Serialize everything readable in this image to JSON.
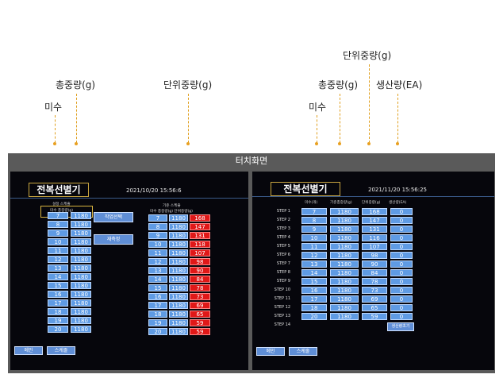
{
  "annotations": {
    "left_total": "총중량(g)",
    "left_unit": "단위중량(g)",
    "left_count": "미수",
    "right_unit": "단위중량(g)",
    "right_total": "총중량(g)",
    "right_prod": "생산량(EA)",
    "right_count": "미수"
  },
  "frame_title": "터치화면",
  "left_screen": {
    "title": "전복선별기",
    "datetime": "2021/10/20 15:56:6",
    "group1_label": "설정 스케줄",
    "group1_cols": "미수  총중량(g)",
    "group2_label": "기준 스케줄",
    "group2_cols": "미수  총중량(g) 단위중량(g)",
    "btn_select": "작업선택",
    "btn_reweigh": "재측정",
    "btn_main": "메인",
    "btn_settings": "스케줄",
    "set_rows": [
      [
        "7",
        "1180"
      ],
      [
        "8",
        "1180"
      ],
      [
        "9",
        "1180"
      ],
      [
        "10",
        "1180"
      ],
      [
        "11",
        "1180"
      ],
      [
        "12",
        "1180"
      ],
      [
        "13",
        "1180"
      ],
      [
        "14",
        "1180"
      ],
      [
        "15",
        "1180"
      ],
      [
        "16",
        "1180"
      ],
      [
        "17",
        "1180"
      ],
      [
        "18",
        "1180"
      ],
      [
        "19",
        "1180"
      ],
      [
        "20",
        "1180"
      ]
    ],
    "ref_rows": [
      [
        "7",
        "1180",
        "168"
      ],
      [
        "8",
        "1180",
        "147"
      ],
      [
        "9",
        "1180",
        "131"
      ],
      [
        "10",
        "1180",
        "118"
      ],
      [
        "11",
        "1180",
        "107"
      ],
      [
        "12",
        "1180",
        "98"
      ],
      [
        "13",
        "1180",
        "90"
      ],
      [
        "14",
        "1180",
        "84"
      ],
      [
        "15",
        "1180",
        "78"
      ],
      [
        "16",
        "1180",
        "73"
      ],
      [
        "17",
        "1180",
        "69"
      ],
      [
        "18",
        "1180",
        "65"
      ],
      [
        "19",
        "1180",
        "59"
      ],
      [
        "20",
        "1180",
        "59"
      ]
    ]
  },
  "right_screen": {
    "title": "전복선별기",
    "datetime": "2021/11/20 15:56:25",
    "cols": {
      "count": "미수(개)",
      "total": "기준총중량(g)",
      "unit": "단위중량(g)",
      "prod": "생산량(EA)"
    },
    "steps": [
      {
        "step": "STEP 1",
        "count": "7",
        "total": "1180",
        "unit": "168",
        "prod": "0"
      },
      {
        "step": "STEP 2",
        "count": "8",
        "total": "1180",
        "unit": "147",
        "prod": "0"
      },
      {
        "step": "STEP 3",
        "count": "9",
        "total": "1180",
        "unit": "131",
        "prod": "0"
      },
      {
        "step": "STEP 4",
        "count": "10",
        "total": "1180",
        "unit": "116",
        "prod": "0"
      },
      {
        "step": "STEP 5",
        "count": "11",
        "total": "1180",
        "unit": "107",
        "prod": "0"
      },
      {
        "step": "STEP 6",
        "count": "12",
        "total": "1180",
        "unit": "98",
        "prod": "0"
      },
      {
        "step": "STEP 7",
        "count": "13",
        "total": "1180",
        "unit": "90",
        "prod": "0"
      },
      {
        "step": "STEP 8",
        "count": "14",
        "total": "1180",
        "unit": "84",
        "prod": "0"
      },
      {
        "step": "STEP 9",
        "count": "15",
        "total": "1180",
        "unit": "78",
        "prod": "0"
      },
      {
        "step": "STEP 10",
        "count": "16",
        "total": "1180",
        "unit": "73",
        "prod": "0"
      },
      {
        "step": "STEP 11",
        "count": "17",
        "total": "1180",
        "unit": "69",
        "prod": "0"
      },
      {
        "step": "STEP 12",
        "count": "18",
        "total": "1180",
        "unit": "65",
        "prod": "0"
      },
      {
        "step": "STEP 13",
        "count": "20",
        "total": "1180",
        "unit": "59",
        "prod": "0"
      },
      {
        "step": "STEP 14",
        "count": "",
        "total": "",
        "unit": "",
        "prod": ""
      }
    ],
    "btn_reset": "생산량초기",
    "btn_main": "메인",
    "btn_settings": "스케줄"
  }
}
